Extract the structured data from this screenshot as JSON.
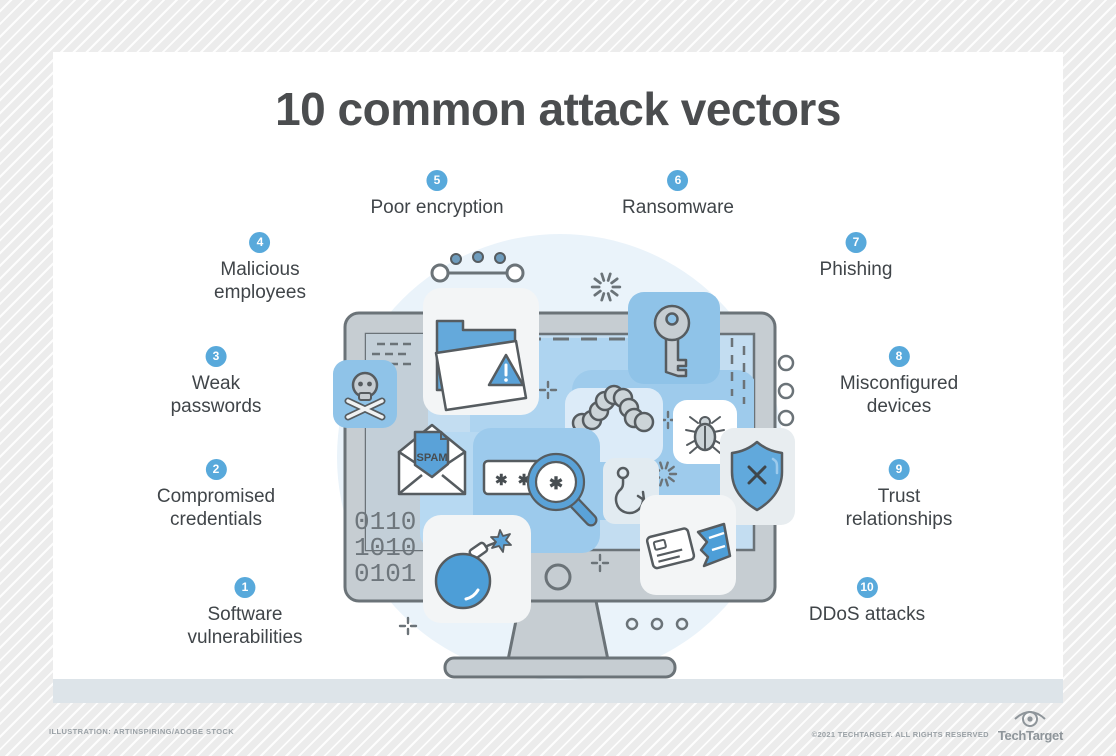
{
  "title": "10 common attack vectors",
  "vectors": [
    {
      "number": "1",
      "label": "Software\nvulnerabilities"
    },
    {
      "number": "2",
      "label": "Compromised\ncredentials"
    },
    {
      "number": "3",
      "label": "Weak\npasswords"
    },
    {
      "number": "4",
      "label": "Malicious\nemployees"
    },
    {
      "number": "5",
      "label": "Poor encryption"
    },
    {
      "number": "6",
      "label": "Ransomware"
    },
    {
      "number": "7",
      "label": "Phishing"
    },
    {
      "number": "8",
      "label": "Misconfigured\ndevices"
    },
    {
      "number": "9",
      "label": "Trust\nrelationships"
    },
    {
      "number": "10",
      "label": "DDoS attacks"
    }
  ],
  "illustration": {
    "binary_lines": [
      "0110",
      "1010",
      "0101"
    ],
    "spam_label": "SPAM",
    "password_mask": "✱ ✱",
    "magnifier_mask": "✱",
    "icons": [
      "skull-crossbones",
      "folder-warning",
      "key",
      "worm",
      "bug",
      "spam-email",
      "password-magnifier",
      "fish-hook",
      "shield-x",
      "bomb",
      "broken-credit-card",
      "monitor"
    ]
  },
  "footer": {
    "credit": "ILLUSTRATION: ARTINSPIRING/ADOBE STOCK",
    "copyright": "©2021 TECHTARGET. ALL RIGHTS RESERVED",
    "brand": "TechTarget"
  },
  "colors": {
    "badge_blue": "#58a9db",
    "icon_blue": "#4d9ed7",
    "card_blue": "#8fc3e8",
    "screen_blue": "#c3ddf1",
    "outline_gray": "#6b7378",
    "title_gray": "#4b4d4f",
    "band_gray": "#dde4e9"
  }
}
